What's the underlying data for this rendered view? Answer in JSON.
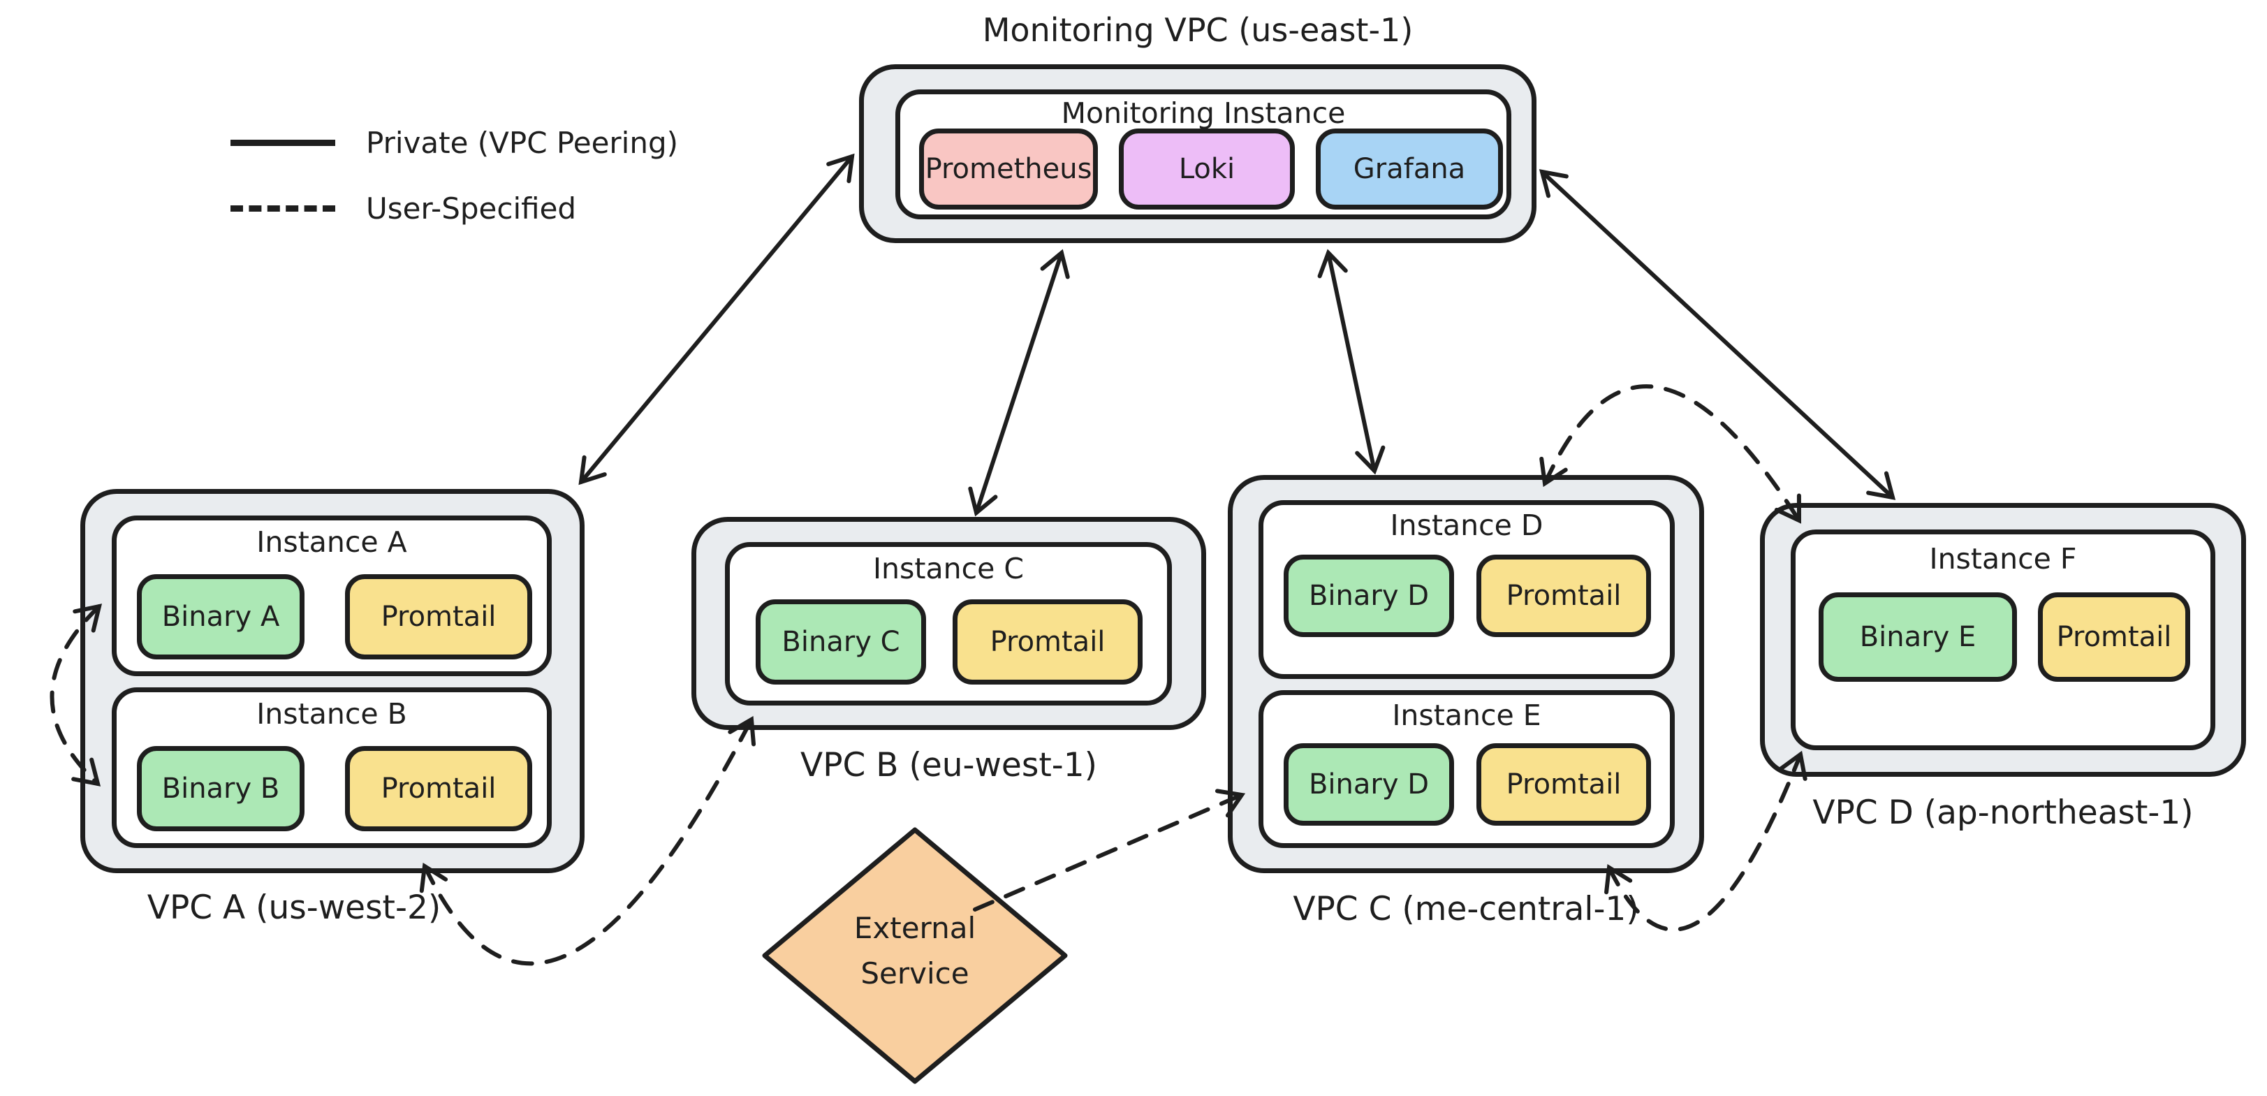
{
  "legend": {
    "items": [
      {
        "label": "Private (VPC Peering)",
        "style": "solid"
      },
      {
        "label": "User-Specified",
        "style": "dashed"
      }
    ]
  },
  "monitoring_vpc": {
    "title": "Monitoring VPC (us-east-1)",
    "instance": {
      "title": "Monitoring Instance",
      "services": [
        {
          "label": "Prometheus",
          "color": "#f9c6c3"
        },
        {
          "label": "Loki",
          "color": "#edbdf7"
        },
        {
          "label": "Grafana",
          "color": "#a8d4f5"
        }
      ]
    }
  },
  "vpcs": [
    {
      "label": "VPC A (us-west-2)",
      "instances": [
        {
          "title": "Instance A",
          "binary": "Binary A",
          "agent": "Promtail"
        },
        {
          "title": "Instance B",
          "binary": "Binary B",
          "agent": "Promtail"
        }
      ]
    },
    {
      "label": "VPC B (eu-west-1)",
      "instances": [
        {
          "title": "Instance C",
          "binary": "Binary C",
          "agent": "Promtail"
        }
      ]
    },
    {
      "label": "VPC C (me-central-1)",
      "instances": [
        {
          "title": "Instance D",
          "binary": "Binary D",
          "agent": "Promtail"
        },
        {
          "title": "Instance E",
          "binary": "Binary D",
          "agent": "Promtail"
        }
      ]
    },
    {
      "label": "VPC D (ap-northeast-1)",
      "instances": [
        {
          "title": "Instance F",
          "binary": "Binary E",
          "agent": "Promtail"
        }
      ]
    }
  ],
  "external_service": {
    "line1": "External",
    "line2": "Service",
    "color": "#f9cf9f"
  },
  "colors": {
    "stroke": "#1e1e1e",
    "vpc_fill": "#e9ecef",
    "instance_fill": "#ffffff",
    "binary_green": "#ace8b5",
    "promtail_yellow": "#f9e18e",
    "prometheus_pink": "#f9c6c3",
    "loki_purple": "#edbdf7",
    "grafana_blue": "#a8d4f5",
    "external_orange": "#f9cf9f"
  },
  "connections": [
    {
      "from": "Monitoring Instance",
      "to": "VPC A",
      "style": "solid",
      "type": "Private (VPC Peering)",
      "bidirectional": true
    },
    {
      "from": "Monitoring Instance",
      "to": "VPC B",
      "style": "solid",
      "type": "Private (VPC Peering)",
      "bidirectional": true
    },
    {
      "from": "Monitoring Instance",
      "to": "VPC C",
      "style": "solid",
      "type": "Private (VPC Peering)",
      "bidirectional": true
    },
    {
      "from": "Monitoring Instance",
      "to": "VPC D",
      "style": "solid",
      "type": "Private (VPC Peering)",
      "bidirectional": true
    },
    {
      "from": "Instance A",
      "to": "Instance B",
      "style": "dashed",
      "type": "User-Specified",
      "bidirectional": true
    },
    {
      "from": "Instance B (VPC A)",
      "to": "Instance C (VPC B)",
      "style": "dashed",
      "type": "User-Specified",
      "bidirectional": true
    },
    {
      "from": "External Service",
      "to": "Instance E (VPC C)",
      "style": "dashed",
      "type": "User-Specified",
      "bidirectional": false
    },
    {
      "from": "Instance D (VPC C)",
      "to": "Instance F (VPC D)",
      "style": "dashed",
      "type": "User-Specified",
      "bidirectional": true
    },
    {
      "from": "Instance E (VPC C)",
      "to": "Instance F (VPC D)",
      "style": "dashed",
      "type": "User-Specified",
      "bidirectional": true
    }
  ]
}
